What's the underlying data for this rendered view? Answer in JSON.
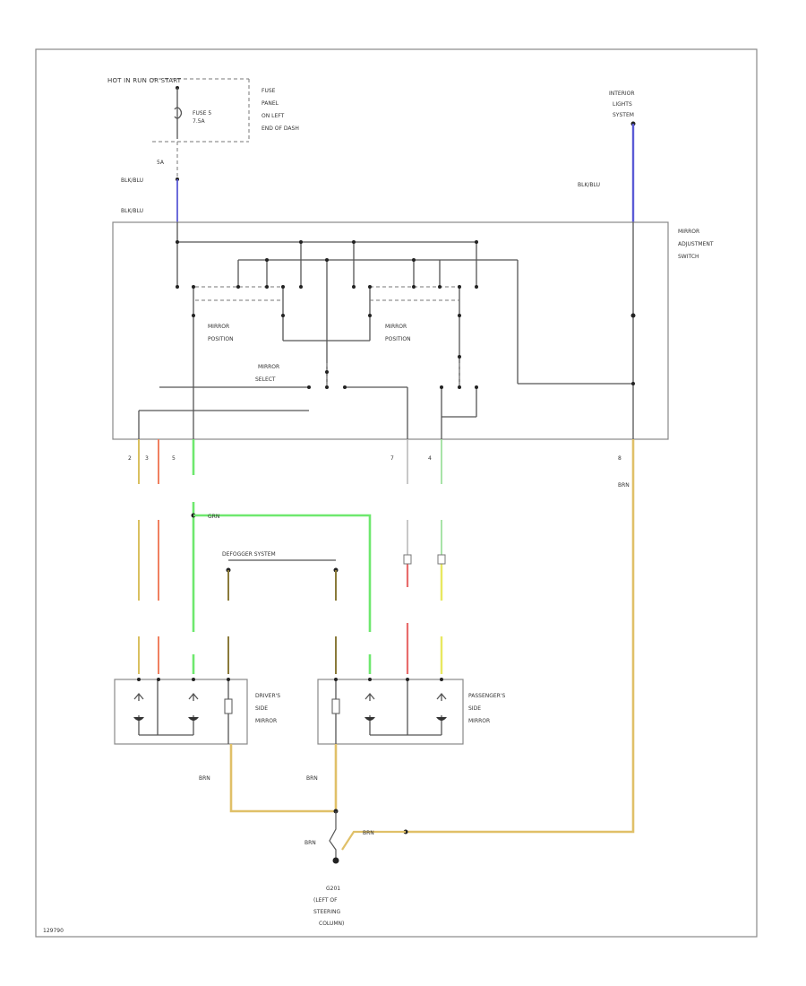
{
  "header": {
    "power_source": "HOT IN RUN OR START",
    "fuse": "FUSE 5",
    "fuse_rating": "7.5A",
    "fuse_panel": [
      "FUSE",
      "PANEL",
      "ON LEFT",
      "END OF DASH"
    ],
    "interior_lights_system": [
      "INTERIOR",
      "LIGHTS",
      "SYSTEM"
    ]
  },
  "switch": {
    "title": [
      "MIRROR",
      "ADJUSTMENT",
      "SWITCH"
    ],
    "mirror_position_left": [
      "MIRROR",
      "POSITION"
    ],
    "mirror_position_right": [
      "MIRROR",
      "POSITION"
    ],
    "mirror_select": [
      "MIRROR",
      "SELECT"
    ]
  },
  "wires": {
    "top_left_pin": "5A",
    "top_left_color1": "BLK/BLU",
    "top_left_color2": "BLK/BLU",
    "top_right_color": "BLK/BLU",
    "pin_labels": [
      "2",
      "3",
      "5",
      "7",
      "4",
      "8"
    ],
    "grn": "GRN",
    "brn": "BRN"
  },
  "defogger": "DEFOGGER SYSTEM",
  "mirrors": {
    "driver": [
      "DRIVER'S",
      "SIDE",
      "MIRROR"
    ],
    "passenger": [
      "PASSENGER'S",
      "SIDE",
      "MIRROR"
    ]
  },
  "ground": {
    "id": "G201",
    "location": [
      "(LEFT OF",
      "STEERING",
      "COLUMN)"
    ]
  },
  "footer_code": "129790",
  "colors": {
    "blue": "#5b5bd6",
    "green": "#6ee86e",
    "orange": "#f08060",
    "yellow_tan": "#d9c060",
    "brown": "#e0c068",
    "red": "#e86c6c",
    "yellow": "#e8e860"
  }
}
